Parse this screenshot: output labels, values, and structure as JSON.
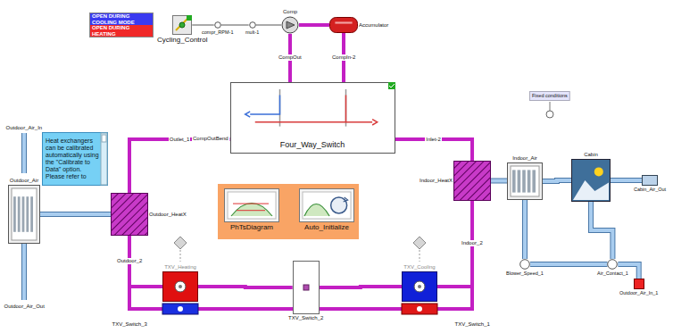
{
  "diagram": {
    "nodes": [
      {
        "text": [
          "Cycling_Control"
        ]
      },
      {
        "text": [
          "compr_RPM-1"
        ]
      },
      {
        "text": [
          "mult-1"
        ]
      },
      {
        "text": [
          "Comp"
        ]
      },
      {
        "text": [
          "Accumulator"
        ]
      },
      {
        "text": [
          "Four_Way_Switch"
        ]
      },
      {
        "text": [
          "Fixed conditions"
        ]
      },
      {
        "text": [
          "Outdoor_Air"
        ]
      },
      {
        "text": [
          "Heat exchangers can be calibrated automatically using the \"Calibrate to Data\" option. Please refer to"
        ]
      },
      {
        "text": [
          "Outdoor_HeatX"
        ]
      },
      {
        "text": [
          "Indoor_HeatX"
        ]
      },
      {
        "text": [
          "Indoor_Air"
        ]
      },
      {
        "text": [
          "Cabin"
        ]
      },
      {
        "text": [
          "Cabin_Air_Out"
        ]
      },
      {
        "text": [
          "PhTsDiagram"
        ]
      },
      {
        "text": [
          "Auto_Initialize"
        ]
      },
      {
        "text": [
          "TXV_Heating"
        ]
      },
      {
        "text": [
          "TXV_Switch_2"
        ]
      },
      {
        "text": [
          "TXV_Cooling"
        ]
      },
      {
        "text": [
          "Blower_Speed_1"
        ]
      },
      {
        "text": [
          "Air_Contact_1"
        ]
      },
      {
        "text": [
          "Outdoor_Air_In_1"
        ]
      }
    ],
    "edges": [
      {
        "from": 0,
        "to": 1,
        "arrow": "none"
      },
      {
        "from": 1,
        "to": 2,
        "arrow": "none"
      },
      {
        "from": 2,
        "to": 3,
        "arrow": "none"
      },
      {
        "from": 3,
        "to": 4,
        "arrow": "none"
      },
      {
        "from": 3,
        "to": 5,
        "label": "CompOut",
        "arrow": "none"
      },
      {
        "from": 4,
        "to": 5,
        "label": "CompIn-2",
        "arrow": "none"
      },
      {
        "from": 5,
        "to": 9,
        "label": "Outlet_1",
        "arrow": "none"
      },
      {
        "from": 5,
        "to": 10,
        "label": "Inlet-2",
        "arrow": "none"
      },
      {
        "from": 7,
        "to": 9,
        "arrow": "none"
      },
      {
        "from": 9,
        "to": 16,
        "label": "Outdoor_2",
        "arrow": "none"
      },
      {
        "from": 16,
        "to": 17,
        "arrow": "none"
      },
      {
        "from": 18,
        "to": 17,
        "arrow": "none"
      },
      {
        "from": 10,
        "to": 18,
        "label": "Indoor_2",
        "arrow": "none"
      },
      {
        "from": 10,
        "to": 11,
        "arrow": "none"
      },
      {
        "from": 11,
        "to": 12,
        "arrow": "none"
      },
      {
        "from": 12,
        "to": 13,
        "arrow": "none"
      },
      {
        "from": 11,
        "to": 19,
        "arrow": "none"
      },
      {
        "from": 19,
        "to": 20,
        "arrow": "none"
      },
      {
        "from": 12,
        "to": 20,
        "arrow": "none"
      },
      {
        "from": 21,
        "to": 20,
        "arrow": "none"
      }
    ],
    "labels": [
      "Outdoor_Air_In",
      "Outdoor_Air_Out",
      "CompOutBend",
      "TXV_Switch_3",
      "TXV_Switch_1"
    ],
    "legend": [
      {
        "text": "OPEN DURING COOLING MODE",
        "color": "#3a3af0"
      },
      {
        "text": "OPEN DURING HEATING",
        "color": "#f02828"
      }
    ]
  }
}
